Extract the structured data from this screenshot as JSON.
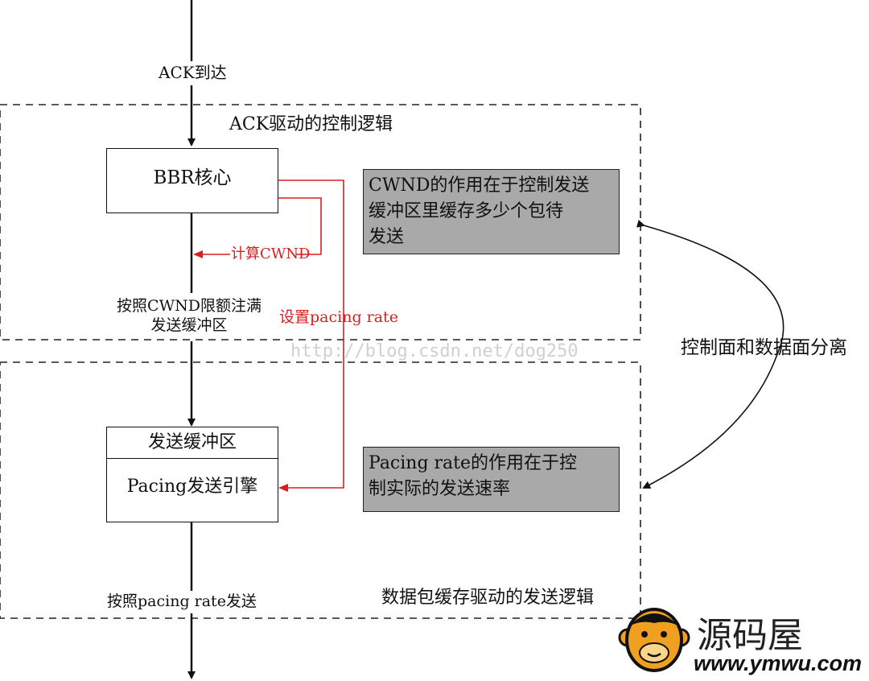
{
  "labels": {
    "ack_arrive": "ACK到达",
    "ack_region_title": "ACK驱动的控制逻辑",
    "bbr_core": "BBR核心",
    "calc_cwnd": "计算CWND",
    "fill_buffer_line1": "按照CWND限额注满",
    "fill_buffer_line2": "发送缓冲区",
    "set_pacing_rate": "设置pacing rate",
    "send_buffer": "发送缓冲区",
    "pacing_engine": "Pacing发送引擎",
    "send_by_pacing": "按照pacing rate发送",
    "packet_region_title": "数据包缓存驱动的发送逻辑",
    "separation": "控制面和数据面分离"
  },
  "notes": {
    "cwnd_line1": "CWND的作用在于控制发送",
    "cwnd_line2": "缓冲区里缓存多少个包待",
    "cwnd_line3": "发送",
    "pacing_line1": "Pacing rate的作用在于控",
    "pacing_line2": "制实际的发送速率"
  },
  "watermark": "http://blog.csdn.net/dog250",
  "logo": {
    "name": "源码屋",
    "url": "www.ymwu.com"
  },
  "colors": {
    "line": "#111111",
    "highlight": "#d62020",
    "note_fill": "#a9a9a9",
    "logo_orange": "#f0a020"
  }
}
